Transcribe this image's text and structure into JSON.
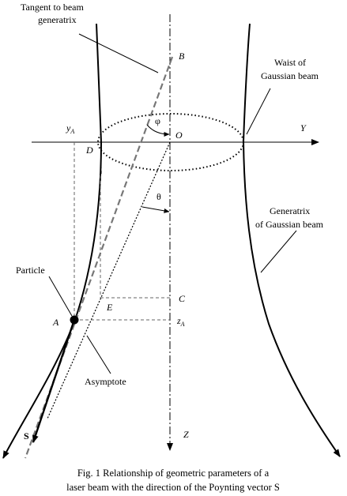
{
  "labels": {
    "tangent_line1": "Tangent to beam",
    "tangent_line2": "generatrix",
    "waist_line1": "Waist of",
    "waist_line2": "Gaussian beam",
    "generatrix_line1": "Generatrix",
    "generatrix_line2": "of Gaussian beam",
    "particle": "Particle",
    "asymptote": "Asymptote",
    "point_B": "B",
    "point_O": "O",
    "point_D": "D",
    "point_C": "C",
    "point_E": "E",
    "point_A": "A",
    "axis_Y": "Y",
    "axis_Z": "Z",
    "y_A_base": "y",
    "y_A_sub": "A",
    "z_A_base": "z",
    "z_A_sub": "A",
    "phi": "φ",
    "theta": "θ",
    "S": "S"
  },
  "caption": {
    "line1": "Fig. 1 Relationship of geometric parameters of a",
    "line2": "laser beam with the direction of the Poynting vector S"
  }
}
